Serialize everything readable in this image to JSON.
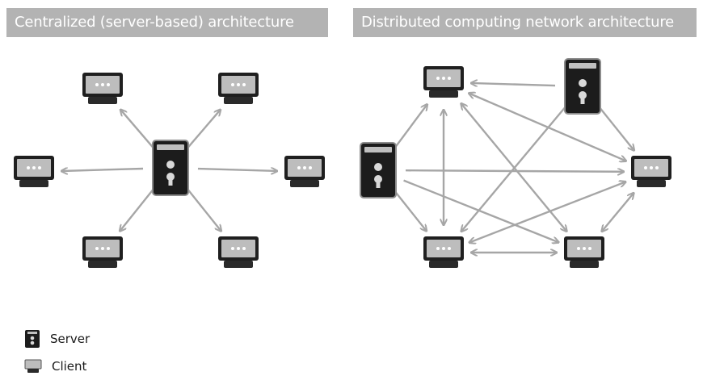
{
  "headers": {
    "left": "Centralized (server-based) architecture",
    "right": "Distributed computing network architecture"
  },
  "legend": {
    "server": "Server",
    "client": "Client"
  },
  "colors": {
    "header_bg": "#b3b3b3",
    "header_text": "#ffffff",
    "arrow": "#a6a6a6",
    "server_body": "#1c1c1c",
    "client_screen": "#bdbdbd",
    "client_base": "#2a2a2a"
  }
}
